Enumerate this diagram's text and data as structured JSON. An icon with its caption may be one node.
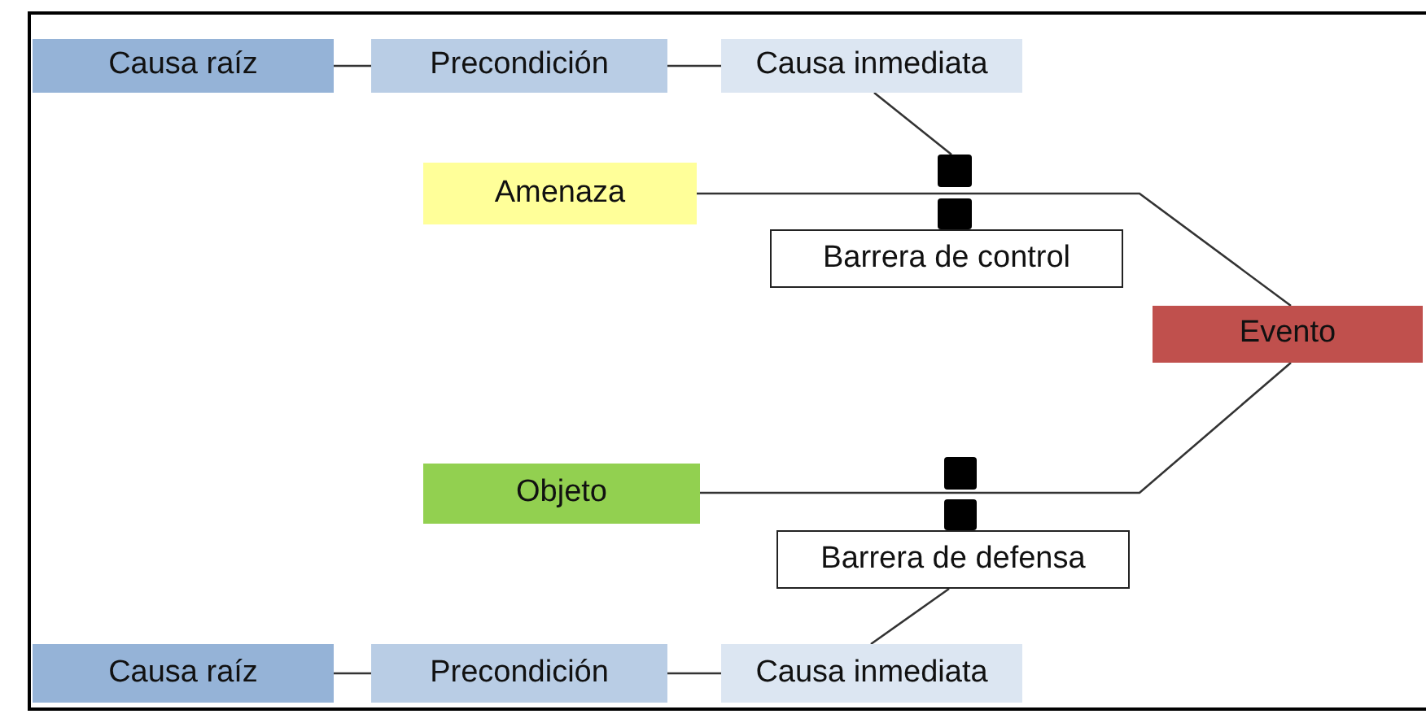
{
  "diagram": {
    "nodes": [
      {
        "text": [
          "Causa raíz"
        ]
      },
      {
        "text": [
          "Precondición"
        ]
      },
      {
        "text": [
          "Causa inmediata"
        ]
      },
      {
        "text": [
          "Amenaza"
        ]
      },
      {
        "text": [],
        "shape": "box"
      },
      {
        "text": [],
        "shape": "box"
      },
      {
        "text": [
          "Barrera de control"
        ]
      },
      {
        "text": [
          "Evento"
        ]
      },
      {
        "text": [
          "Objeto"
        ]
      },
      {
        "text": [],
        "shape": "box"
      },
      {
        "text": [],
        "shape": "box"
      },
      {
        "text": [
          "Barrera de defensa"
        ]
      },
      {
        "text": [
          "Causa raíz"
        ]
      },
      {
        "text": [
          "Precondición"
        ]
      },
      {
        "text": [
          "Causa inmediata"
        ]
      }
    ],
    "edges": [
      {
        "from": 0,
        "to": 1,
        "arrow": "none"
      },
      {
        "from": 1,
        "to": 2,
        "arrow": "none"
      },
      {
        "from": 2,
        "to": 4,
        "arrow": "none"
      },
      {
        "from": 3,
        "to": 7,
        "arrow": "none"
      },
      {
        "from": 8,
        "to": 7,
        "arrow": "none"
      },
      {
        "from": 11,
        "to": 14,
        "arrow": "none"
      },
      {
        "from": 12,
        "to": 13,
        "arrow": "none"
      },
      {
        "from": 13,
        "to": 14,
        "arrow": "none"
      }
    ]
  }
}
